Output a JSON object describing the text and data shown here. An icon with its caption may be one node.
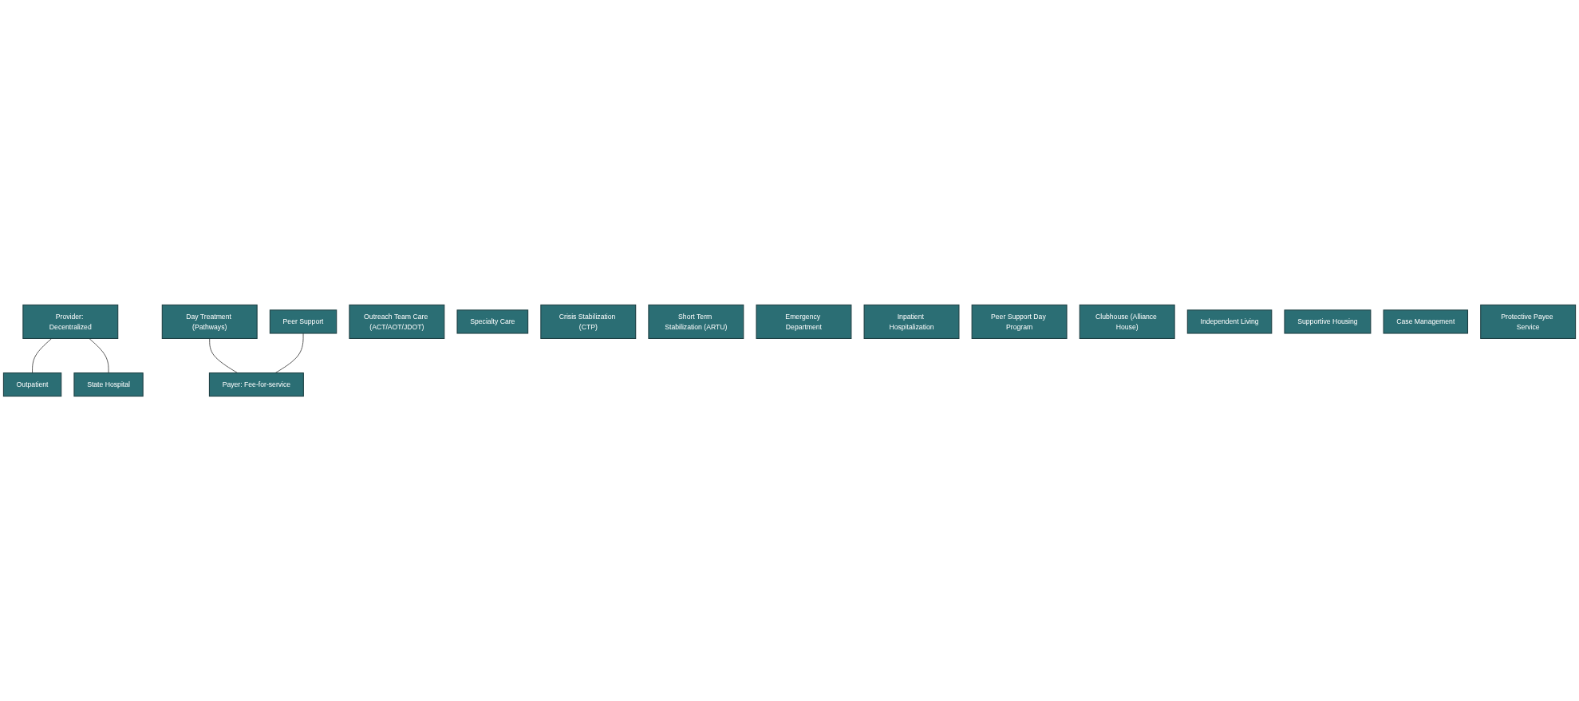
{
  "diagram": {
    "nodes": [
      {
        "text": [
          "Provider: Decentralized"
        ]
      },
      {
        "text": [
          "Outpatient"
        ]
      },
      {
        "text": [
          "Outreach Team Care (ACT/AOT/JDOT)"
        ]
      },
      {
        "text": [
          "Specialty Care"
        ]
      },
      {
        "text": [
          "Crisis Stabilization (CTP)"
        ]
      },
      {
        "text": [
          "Short Term Stabilization (ARTU)"
        ]
      },
      {
        "text": [
          "Emergency Department"
        ]
      },
      {
        "text": [
          "Inpatient Hospitalization"
        ]
      },
      {
        "text": [
          "State Hospital"
        ]
      },
      {
        "text": [
          "Day Treatment (Pathways)"
        ]
      },
      {
        "text": [
          "Peer Support Day Program"
        ]
      },
      {
        "text": [
          "Clubhouse (Alliance House)"
        ]
      },
      {
        "text": [
          "Independent Living"
        ]
      },
      {
        "text": [
          "Supportive Housing"
        ]
      },
      {
        "text": [
          "Case Management"
        ]
      },
      {
        "text": [
          "Protective Payee Service"
        ]
      },
      {
        "text": [
          "Peer Support"
        ]
      },
      {
        "text": [
          "Payer: Fee-for-service"
        ]
      }
    ],
    "edges": [
      {
        "from": 0,
        "to": 1,
        "arrow": "none"
      },
      {
        "from": 0,
        "to": 8,
        "arrow": "none"
      },
      {
        "from": 9,
        "to": 17,
        "arrow": "none"
      },
      {
        "from": 16,
        "to": 17,
        "arrow": "none"
      }
    ]
  }
}
